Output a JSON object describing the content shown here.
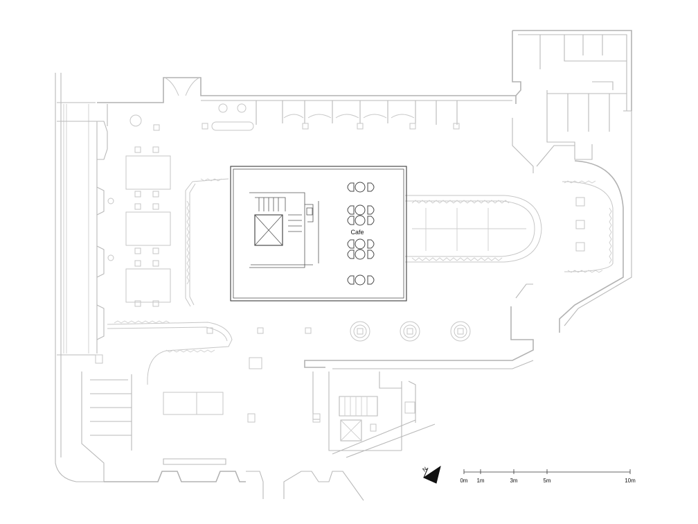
{
  "plan": {
    "room_label": "Cafe",
    "north_label": "N",
    "scale_bar": {
      "ticks": [
        "0m",
        "1m",
        "3m",
        "5m",
        "10m"
      ],
      "values_m": [
        0,
        1,
        3,
        5,
        10
      ]
    },
    "icons": [
      "north-arrow-icon",
      "tree-icon",
      "stair-icon",
      "elevator-icon"
    ]
  }
}
